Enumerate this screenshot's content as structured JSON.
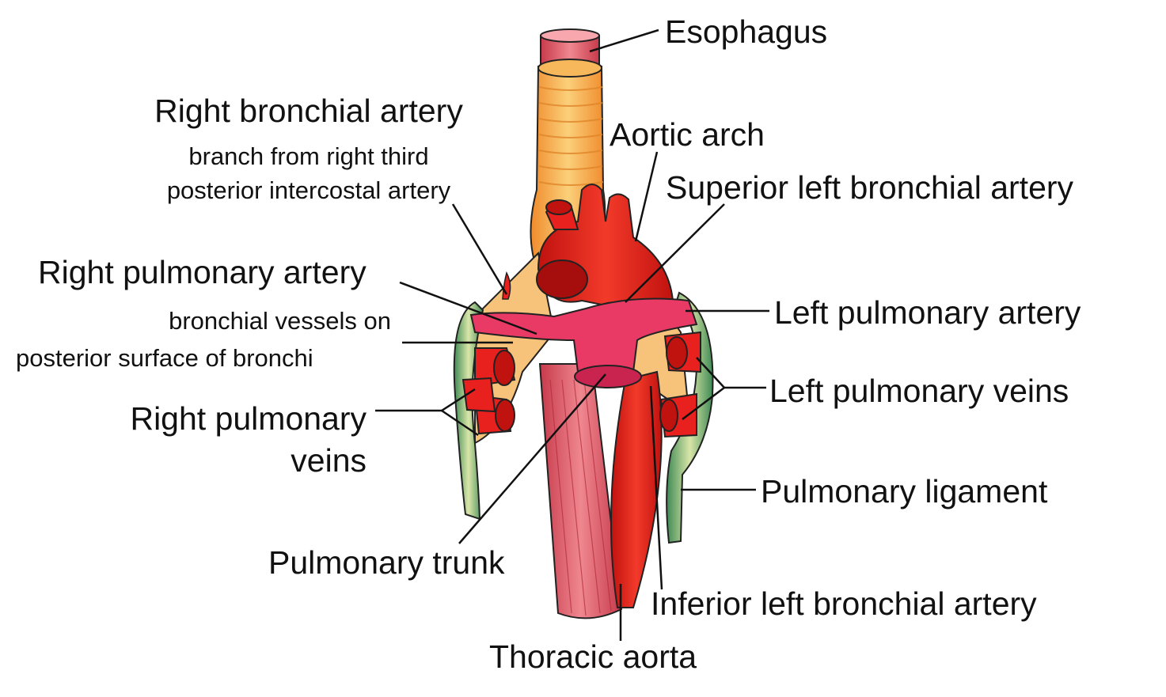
{
  "labels": {
    "esophagus": "Esophagus",
    "right_bronchial_artery": "Right bronchial artery",
    "right_bronchial_artery_note_1": "branch from right third",
    "right_bronchial_artery_note_2": "posterior intercostal artery",
    "aortic_arch": "Aortic arch",
    "superior_left_bronchial_artery": "Superior left bronchial artery",
    "right_pulmonary_artery": "Right pulmonary artery",
    "bronchial_vessels_1": "bronchial vessels on",
    "bronchial_vessels_2": "posterior surface of bronchi",
    "left_pulmonary_artery": "Left pulmonary artery",
    "left_pulmonary_veins": "Left pulmonary veins",
    "right_pulmonary_veins_1": "Right pulmonary",
    "right_pulmonary_veins_2": "veins",
    "pulmonary_ligament": "Pulmonary ligament",
    "pulmonary_trunk": "Pulmonary trunk",
    "inferior_left_bronchial_artery": "Inferior left bronchial artery",
    "thoracic_aorta": "Thoracic aorta"
  },
  "colors": {
    "esophagus_muscle": "#e05a66",
    "trachea": "#f5a93c",
    "aorta": "#e8201e",
    "pulmonary_artery": "#e83a64",
    "pleura": "#6aa57a",
    "leader_line": "#111111"
  }
}
